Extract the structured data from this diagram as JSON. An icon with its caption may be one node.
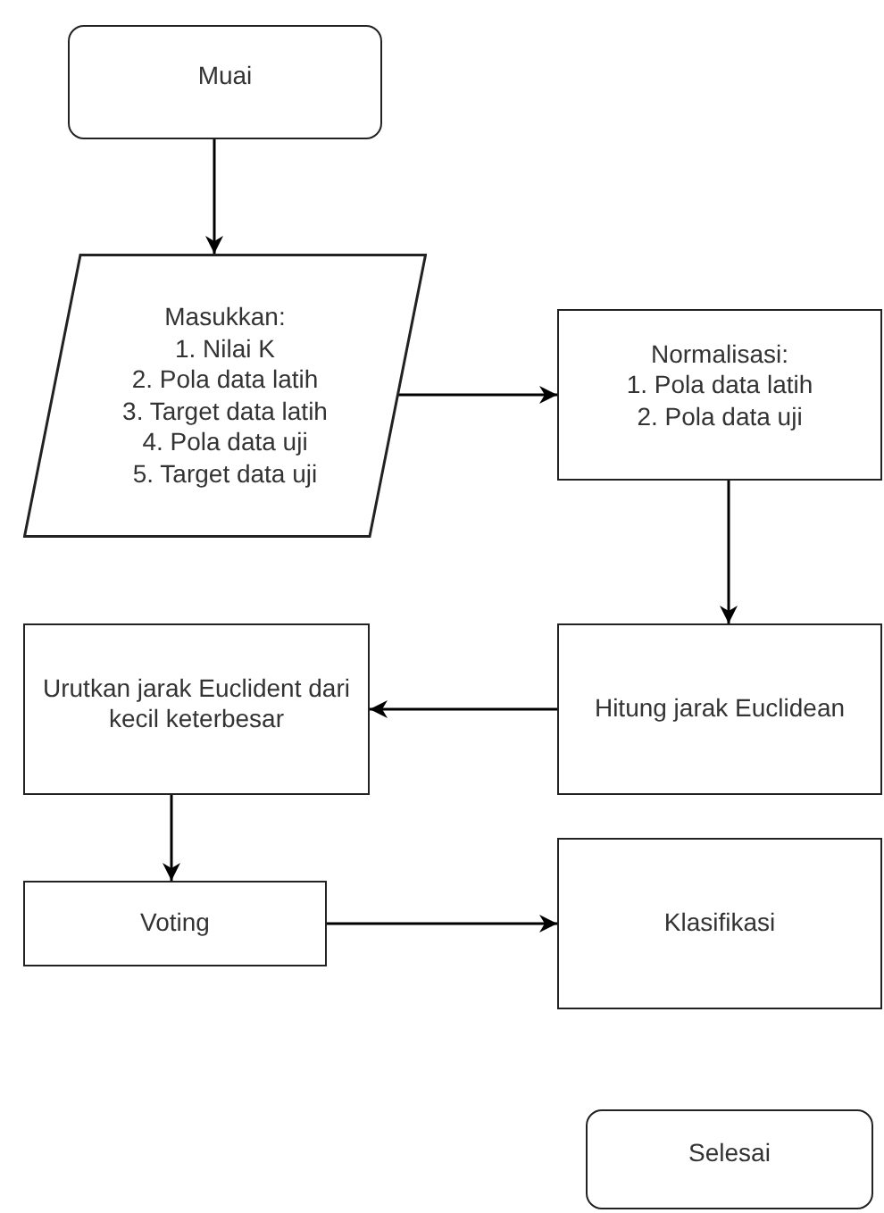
{
  "diagram": {
    "nodes": [
      {
        "text": [
          "Muai"
        ]
      },
      {
        "text": [
          "Masukkan:",
          "1. Nilai K",
          "2. Pola data latih",
          "3. Target data latih",
          "4. Pola data uji",
          "5. Target data uji"
        ]
      },
      {
        "text": [
          "Normalisasi:",
          "1. Pola data latih",
          "2. Pola data uji"
        ]
      },
      {
        "text": [
          "Hitung jarak Euclidean"
        ]
      },
      {
        "text": [
          "Urutkan jarak Euclident dari kecil keterbesar"
        ]
      },
      {
        "text": [
          "Voting"
        ]
      },
      {
        "text": [
          "Klasifikasi"
        ]
      },
      {
        "text": [
          "Selesai"
        ]
      }
    ],
    "edges": [
      {
        "from": 0,
        "to": 1,
        "arrow": "to"
      },
      {
        "from": 1,
        "to": 2,
        "arrow": "to"
      },
      {
        "from": 2,
        "to": 3,
        "arrow": "to"
      },
      {
        "from": 3,
        "to": 4,
        "arrow": "to"
      },
      {
        "from": 4,
        "to": 5,
        "arrow": "to"
      },
      {
        "from": 5,
        "to": 6,
        "arrow": "to"
      }
    ]
  }
}
